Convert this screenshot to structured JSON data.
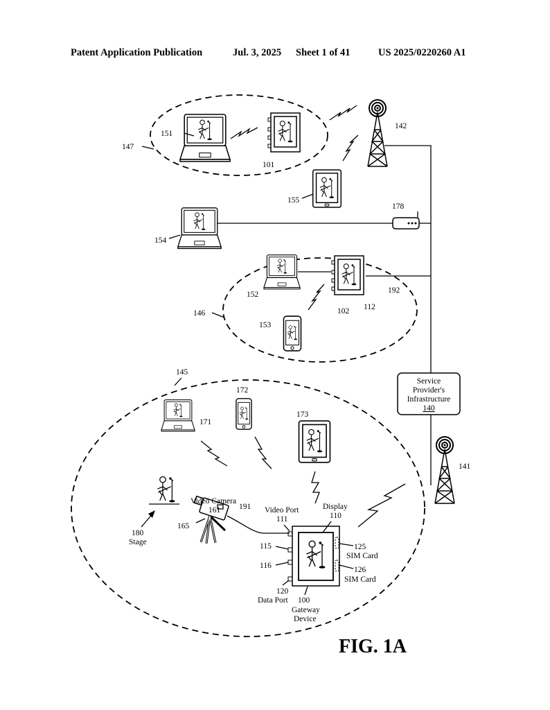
{
  "header": {
    "publication": "Patent Application Publication",
    "date": "Jul. 3, 2025",
    "sheet": "Sheet 1 of 41",
    "number": "US 2025/0220260 A1"
  },
  "figure_label": "FIG. 1A",
  "labels": {
    "n147": "147",
    "n151": "151",
    "n101": "101",
    "n142": "142",
    "n155": "155",
    "n154": "154",
    "n178": "178",
    "n152": "152",
    "n102": "102",
    "n112": "112",
    "n192": "192",
    "n146": "146",
    "n153": "153",
    "n145": "145",
    "n172": "172",
    "n171": "171",
    "n173": "173",
    "n141": "141",
    "service_1": "Service",
    "service_2": "Provider's",
    "service_3": "Infrastructure",
    "service_num": "140",
    "camera_name": "Video Camera",
    "camera_num": "161",
    "n165": "165",
    "n191": "191",
    "stage_num": "180",
    "stage_name": "Stage",
    "video_port_name": "Video Port",
    "video_port_num": "111",
    "display_name": "Display",
    "display_num": "110",
    "n115": "115",
    "n116": "116",
    "data_port_num": "120",
    "data_port_name": "Data Port",
    "gateway_num": "100",
    "gateway_1": "Gateway",
    "gateway_2": "Device",
    "sim1_num": "125",
    "sim1_name": "SIM Card",
    "sim2_num": "126",
    "sim2_name": "SIM Card"
  }
}
